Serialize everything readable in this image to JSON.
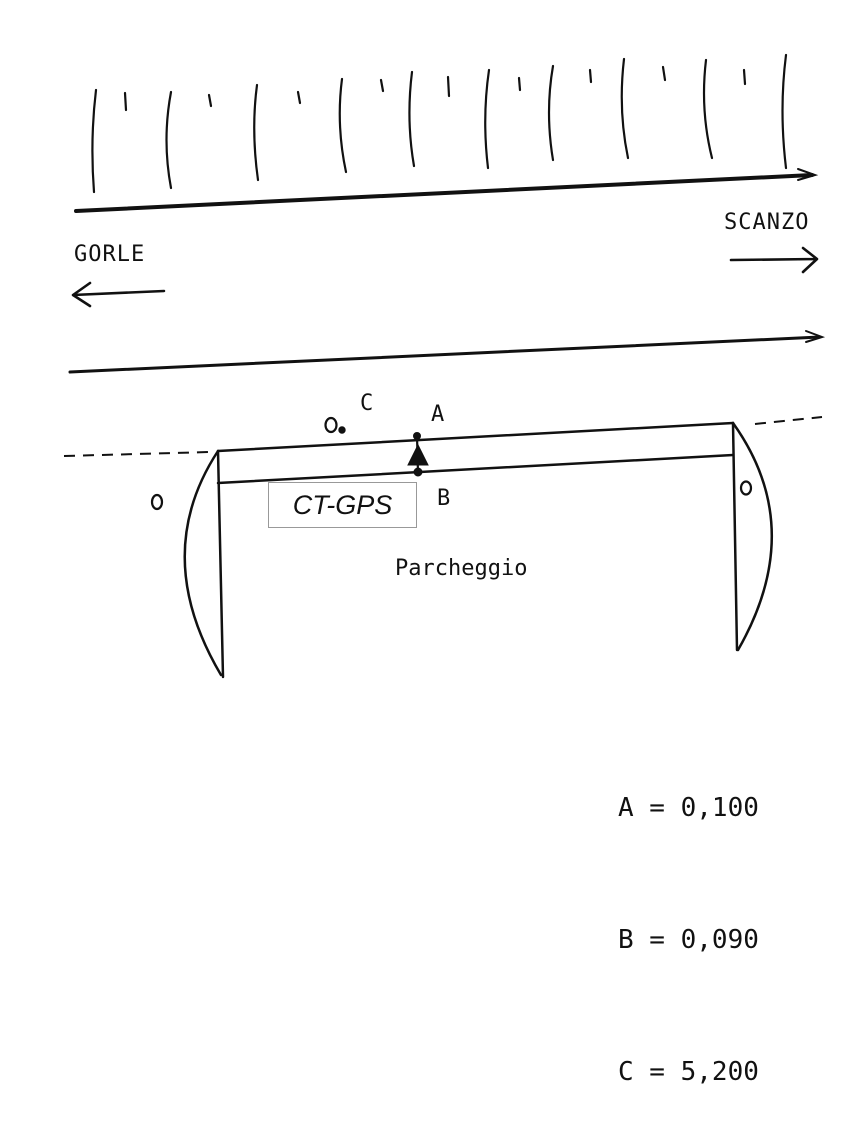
{
  "directions": {
    "left_label": "GORLE",
    "right_label": "SCANZO"
  },
  "points": {
    "a_label": "A",
    "b_label": "B",
    "c_label": "C"
  },
  "station_label": "CT-GPS",
  "parking_label": "Parcheggio",
  "legend": [
    {
      "text": "A = 0,100"
    },
    {
      "text": "B = 0,090"
    },
    {
      "text": "C = 5,200"
    }
  ],
  "colors": {
    "ink": "#111111",
    "box_border": "#999999"
  }
}
